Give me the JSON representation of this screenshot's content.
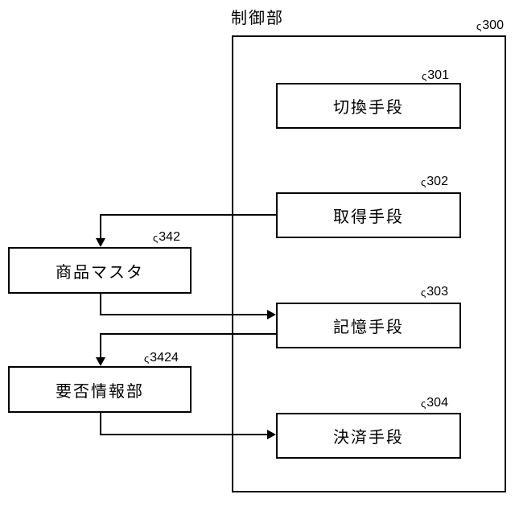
{
  "figure": {
    "background_color": "#ffffff",
    "line_color": "#000000",
    "ref_mark": "ς",
    "outer_box": {
      "label": "制御部",
      "ref": "300"
    },
    "inner_boxes": [
      {
        "label": "切換手段",
        "ref": "301"
      },
      {
        "label": "取得手段",
        "ref": "302"
      },
      {
        "label": "記憶手段",
        "ref": "303"
      },
      {
        "label": "決済手段",
        "ref": "304"
      }
    ],
    "left_boxes": [
      {
        "label": "商品マスタ",
        "ref": "342"
      },
      {
        "label": "要否情報部",
        "ref": "3424"
      }
    ],
    "connections": [
      {
        "from": "取得手段",
        "to": "商品マスタ",
        "arrow": "into top of 商品マスタ"
      },
      {
        "from": "商品マスタ",
        "to": "記憶手段",
        "arrow": "into left of 記憶手段"
      },
      {
        "from": "記憶手段",
        "to": "要否情報部",
        "arrow": "into top of 要否情報部"
      },
      {
        "from": "要否情報部",
        "to": "決済手段",
        "arrow": "into left of 決済手段"
      }
    ]
  }
}
